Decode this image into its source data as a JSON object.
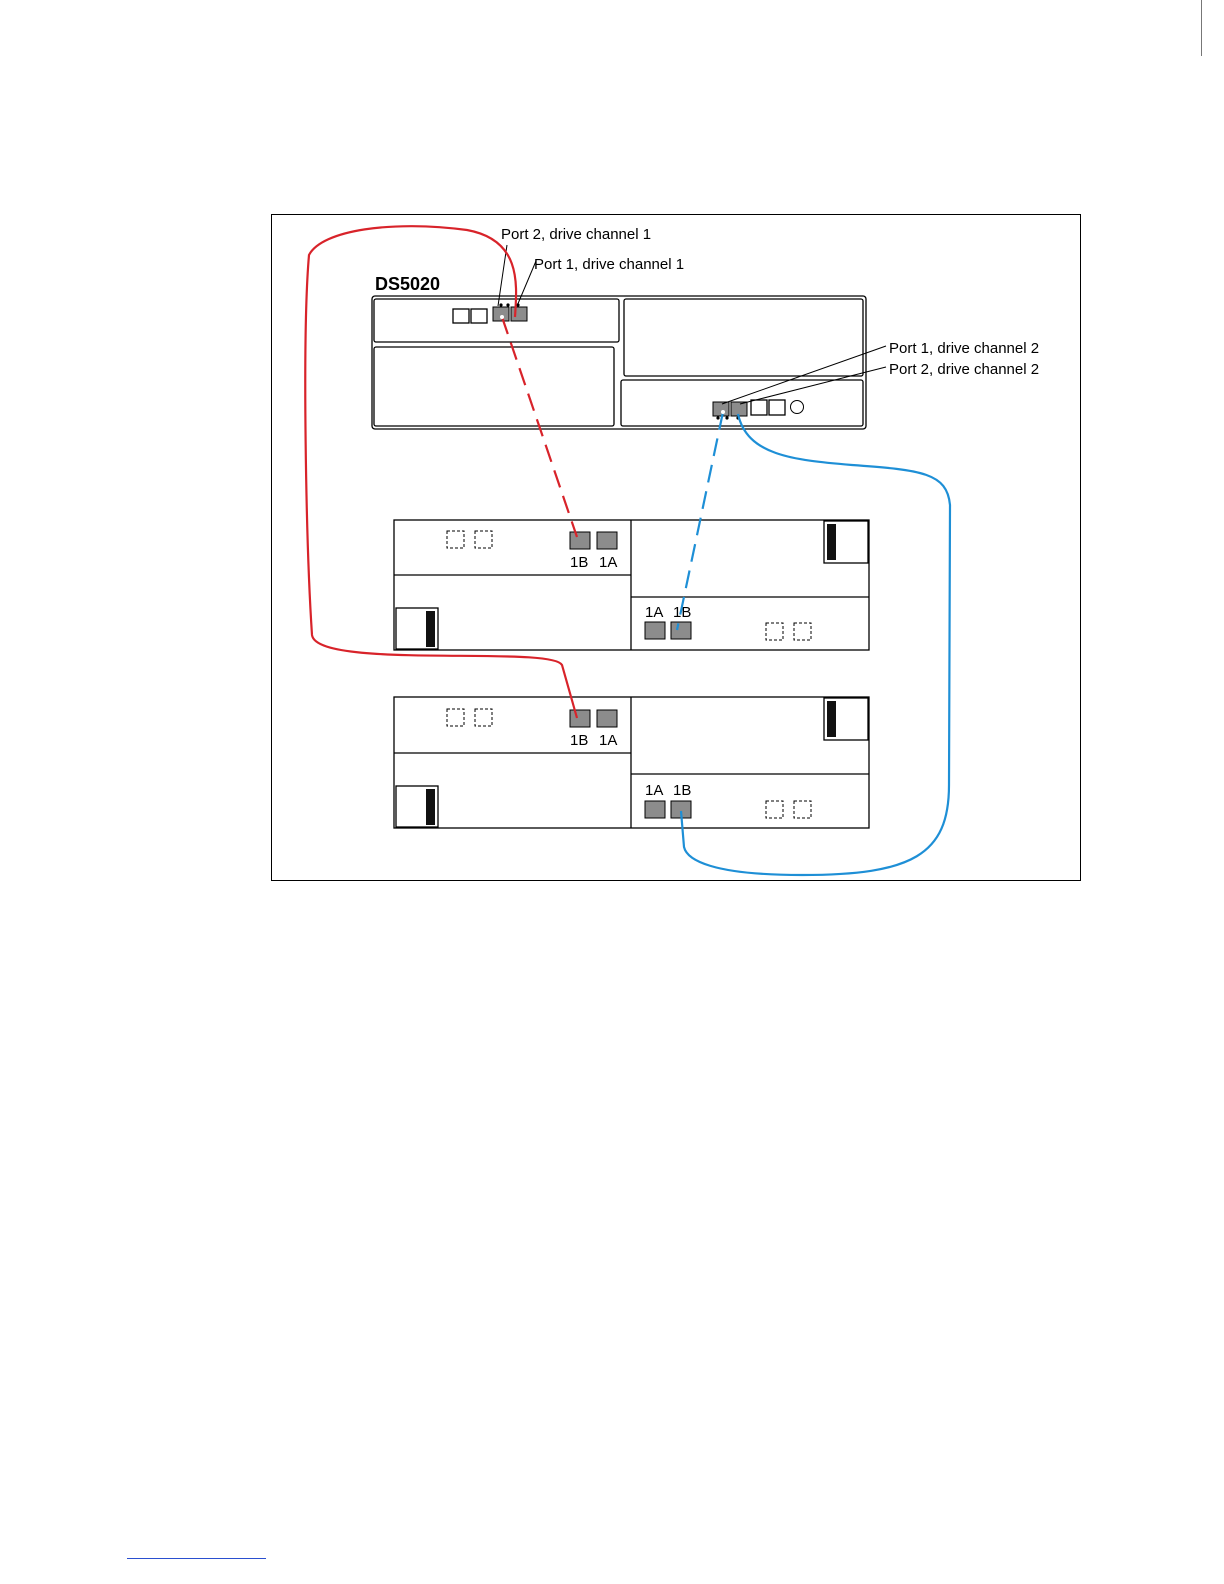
{
  "diagram": {
    "title": "DS5020",
    "callouts": {
      "port2_ch1": "Port 2, drive channel 1",
      "port1_ch1": "Port 1, drive channel 1",
      "port1_ch2": "Port 1, drive channel 2",
      "port2_ch2": "Port 2, drive channel 2"
    },
    "expansion_upper": {
      "left_port_a": "1B",
      "left_port_b": "1A",
      "right_port_a": "1A",
      "right_port_b": "1B"
    },
    "expansion_lower": {
      "left_port_a": "1B",
      "left_port_b": "1A",
      "right_port_a": "1A",
      "right_port_b": "1B"
    },
    "colors": {
      "drive_channel_1": "#d8232a",
      "drive_channel_2": "#1e8fd6",
      "port": "#8c8c8c"
    }
  }
}
